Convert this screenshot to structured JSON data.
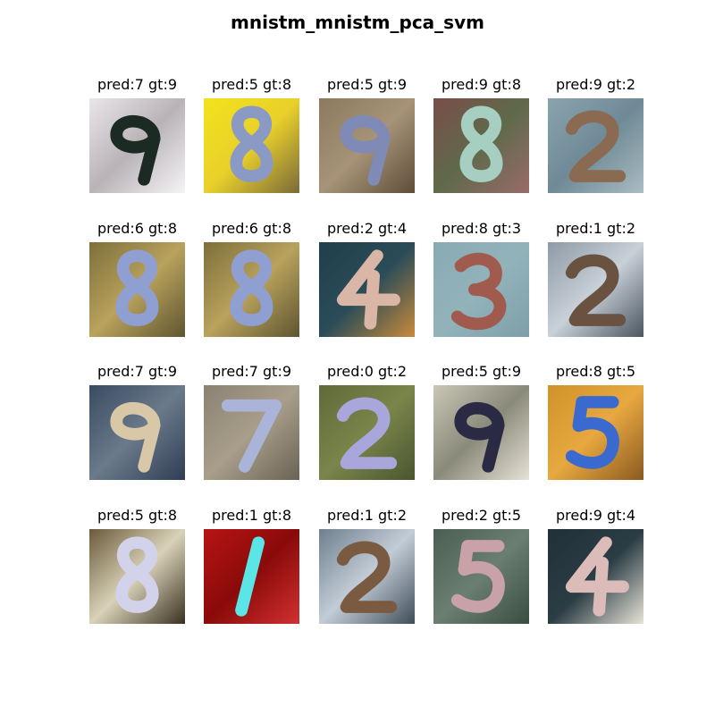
{
  "figure": {
    "title": "mnistm_mnistm_pca_svm"
  },
  "samples": [
    {
      "label": "pred:7 gt:9",
      "bg": [
        "#e9e6ea",
        "#b9b3b7",
        "#f6f4f6"
      ],
      "stroke": "#1c2a24",
      "digit": "9"
    },
    {
      "label": "pred:5 gt:8",
      "bg": [
        "#f2e31c",
        "#e9d02a",
        "#7a6a3a"
      ],
      "stroke": "#8a9ac4",
      "digit": "8"
    },
    {
      "label": "pred:5 gt:9",
      "bg": [
        "#8b7a5e",
        "#a69378",
        "#5e4d38"
      ],
      "stroke": "#7f8ab6",
      "digit": "9"
    },
    {
      "label": "pred:9 gt:8",
      "bg": [
        "#7a4d4a",
        "#5f6a4a",
        "#9a6a6a"
      ],
      "stroke": "#a6cfc2",
      "digit": "8"
    },
    {
      "label": "pred:9 gt:2",
      "bg": [
        "#8aa4ae",
        "#6f8a96",
        "#a9bcc2"
      ],
      "stroke": "#8a6a50",
      "digit": "2"
    },
    {
      "label": "pred:6 gt:8",
      "bg": [
        "#7d6f3c",
        "#b8a25c",
        "#5f5530"
      ],
      "stroke": "#8f9fd2",
      "digit": "8"
    },
    {
      "label": "pred:6 gt:8",
      "bg": [
        "#7d6f3c",
        "#b8a25c",
        "#5f5530"
      ],
      "stroke": "#8f9fd2",
      "digit": "8"
    },
    {
      "label": "pred:2 gt:4",
      "bg": [
        "#1f3f4a",
        "#2a4c58",
        "#c98a3a"
      ],
      "stroke": "#d9b6a6",
      "digit": "4"
    },
    {
      "label": "pred:8 gt:3",
      "bg": [
        "#88aab2",
        "#93b3bb",
        "#7d9fa8"
      ],
      "stroke": "#a05a4e",
      "digit": "3"
    },
    {
      "label": "pred:1 gt:2",
      "bg": [
        "#8e9aa6",
        "#c8d0d8",
        "#4a5560"
      ],
      "stroke": "#6a5240",
      "digit": "2"
    },
    {
      "label": "pred:7 gt:9",
      "bg": [
        "#3a4a62",
        "#6a7a8a",
        "#2f3d55"
      ],
      "stroke": "#d8c8a8",
      "digit": "9"
    },
    {
      "label": "pred:7 gt:9",
      "bg": [
        "#8a8272",
        "#a89e8a",
        "#6a6254"
      ],
      "stroke": "#a9b4d8",
      "digit": "7"
    },
    {
      "label": "pred:0 gt:2",
      "bg": [
        "#5f6a3a",
        "#7a854a",
        "#4a5530"
      ],
      "stroke": "#a9a6dc",
      "digit": "2"
    },
    {
      "label": "pred:5 gt:9",
      "bg": [
        "#c9c6b6",
        "#8a8a7a",
        "#e6e2d6"
      ],
      "stroke": "#2a2a44",
      "digit": "9"
    },
    {
      "label": "pred:8 gt:5",
      "bg": [
        "#d2922a",
        "#e8a840",
        "#8a5a20"
      ],
      "stroke": "#3a6acf",
      "digit": "5"
    },
    {
      "label": "pred:5 gt:8",
      "bg": [
        "#6a5a3a",
        "#d9d2b8",
        "#3a3020"
      ],
      "stroke": "#d2d2ea",
      "digit": "8"
    },
    {
      "label": "pred:1 gt:8",
      "bg": [
        "#b81414",
        "#8a0a0a",
        "#d23030"
      ],
      "stroke": "#5ae6e6",
      "digit": "1"
    },
    {
      "label": "pred:1 gt:2",
      "bg": [
        "#6f7f8e",
        "#c2ccd6",
        "#3f4c58"
      ],
      "stroke": "#7a5a40",
      "digit": "2"
    },
    {
      "label": "pred:2 gt:5",
      "bg": [
        "#4a5f52",
        "#6a7f72",
        "#3a4d42"
      ],
      "stroke": "#c8a2a6",
      "digit": "5"
    },
    {
      "label": "pred:9 gt:4",
      "bg": [
        "#203038",
        "#2a3c44",
        "#e8e4d8"
      ],
      "stroke": "#dcbcb8",
      "digit": "4"
    }
  ]
}
